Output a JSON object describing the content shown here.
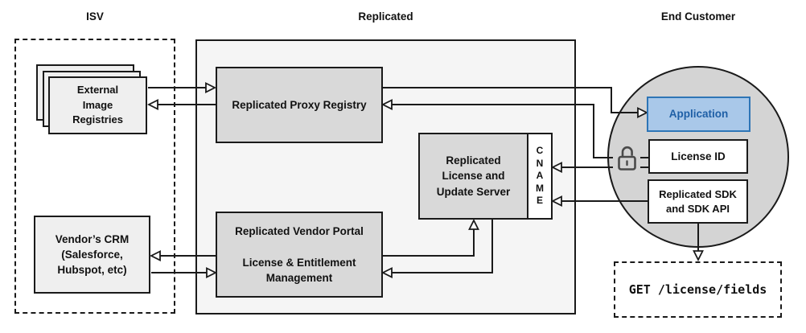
{
  "sections": {
    "isv": {
      "title": "ISV"
    },
    "replicated": {
      "title": "Replicated"
    },
    "end_customer": {
      "title": "End Customer"
    }
  },
  "nodes": {
    "external_image_registries": {
      "label": "External\nImage\nRegistries"
    },
    "replicated_proxy_registry": {
      "label": "Replicated Proxy Registry"
    },
    "replicated_license_update_server": {
      "label": "Replicated\nLicense and\nUpdate Server"
    },
    "cname": {
      "label": "C\nN\nA\nM\nE"
    },
    "replicated_vendor_portal": {
      "label": "Replicated Vendor Portal\n\nLicense & Entitlement\nManagement"
    },
    "vendors_crm": {
      "label": "Vendor’s CRM\n(Salesforce,\nHubspot, etc)"
    },
    "application": {
      "label": "Application"
    },
    "license_id": {
      "label": "License ID"
    },
    "replicated_sdk": {
      "label": "Replicated SDK\nand SDK API"
    },
    "get_license_fields": {
      "label": "GET /license/fields"
    }
  },
  "icons": {
    "lock": "unlocked-padlock-icon"
  },
  "colors": {
    "application_fill": "#a9c8e9",
    "application_border": "#2e75b6",
    "application_text": "#1e5fa6",
    "replicated_container_fill": "#f5f5f5",
    "gray_node_fill": "#d9d9d9",
    "customer_circle_fill": "#d4d4d4",
    "light_node_fill": "#efefef",
    "line_color": "#1a1a1a"
  }
}
